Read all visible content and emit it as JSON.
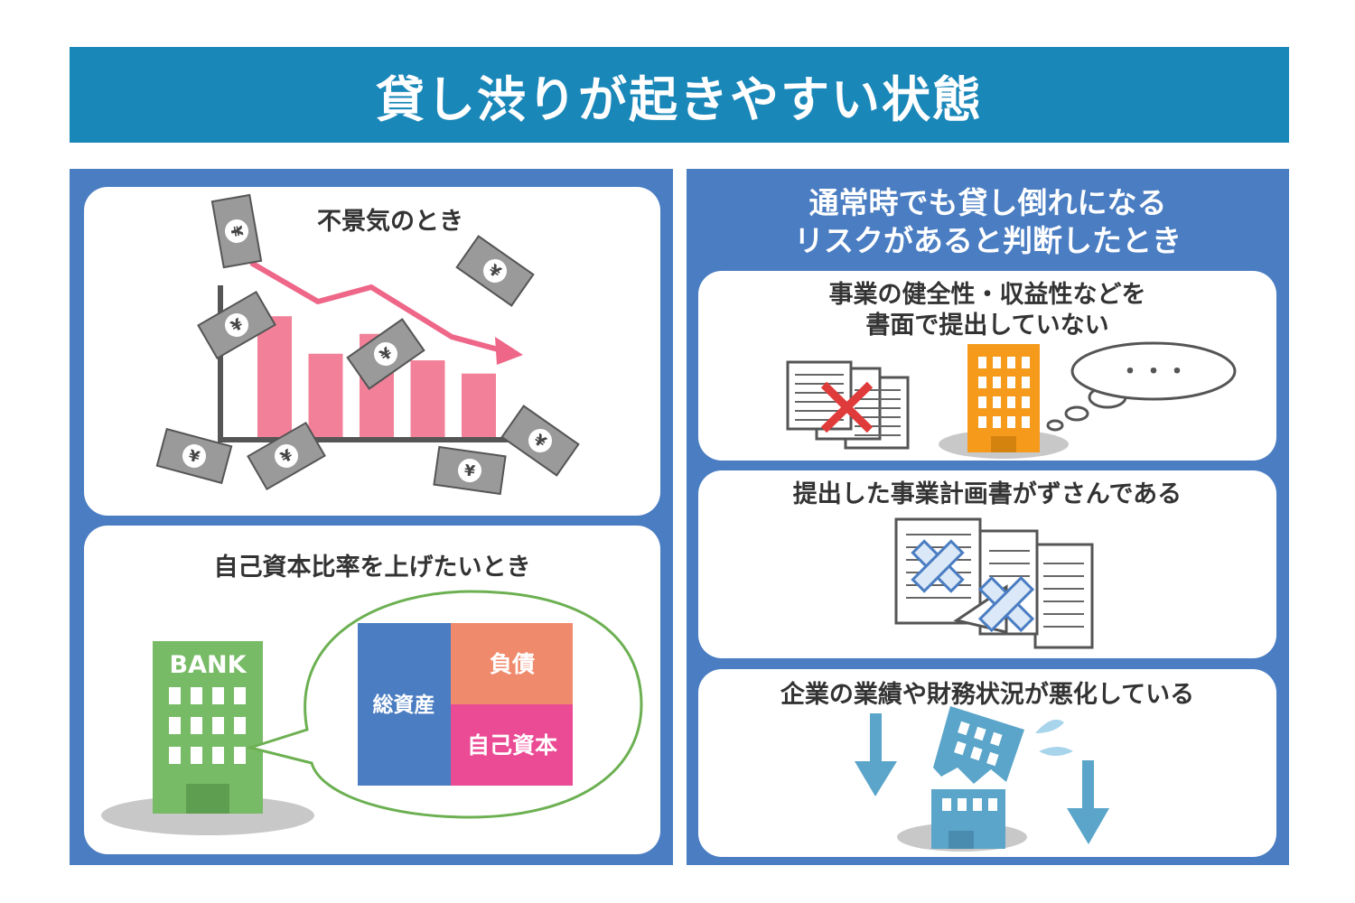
{
  "title": "貸し渋りが起きやすい状態",
  "left": {
    "recession": {
      "title": "不景気のとき",
      "chart_data": {
        "type": "bar",
        "values": [
          5.6,
          3.9,
          4.8,
          3.6,
          3.0
        ],
        "ylim": [
          0,
          7
        ],
        "trend": "down"
      },
      "yen_symbol": "¥"
    },
    "capital_ratio": {
      "title": "自己資本比率を上げたいとき",
      "bank_label": "BANK",
      "total_assets": "総資産",
      "liabilities": "負債",
      "equity": "自己資本"
    }
  },
  "right": {
    "heading_line1": "通常時でも貸し倒れになる",
    "heading_line2": "リスクがあると判断したとき",
    "card1": {
      "title_line1": "事業の健全性・収益性などを",
      "title_line2": "書面で提出していない",
      "thought": "・・・"
    },
    "card2": {
      "title": "提出した事業計画書がずさんである"
    },
    "card3": {
      "title": "企業の業績や財務状況が悪化している"
    }
  },
  "colors": {
    "title_bar": "#1a87b9",
    "panel": "#4a7dc2",
    "bar": "#f28099",
    "trend_arrow": "#ee6688",
    "bank": "#77bb66",
    "liabilities": "#f08a6c",
    "equity": "#ea4b94",
    "total_assets": "#4a7dc2",
    "office_building": "#f59a1b",
    "cross_red": "#e03b3b",
    "falling_building": "#5aa5c9"
  }
}
